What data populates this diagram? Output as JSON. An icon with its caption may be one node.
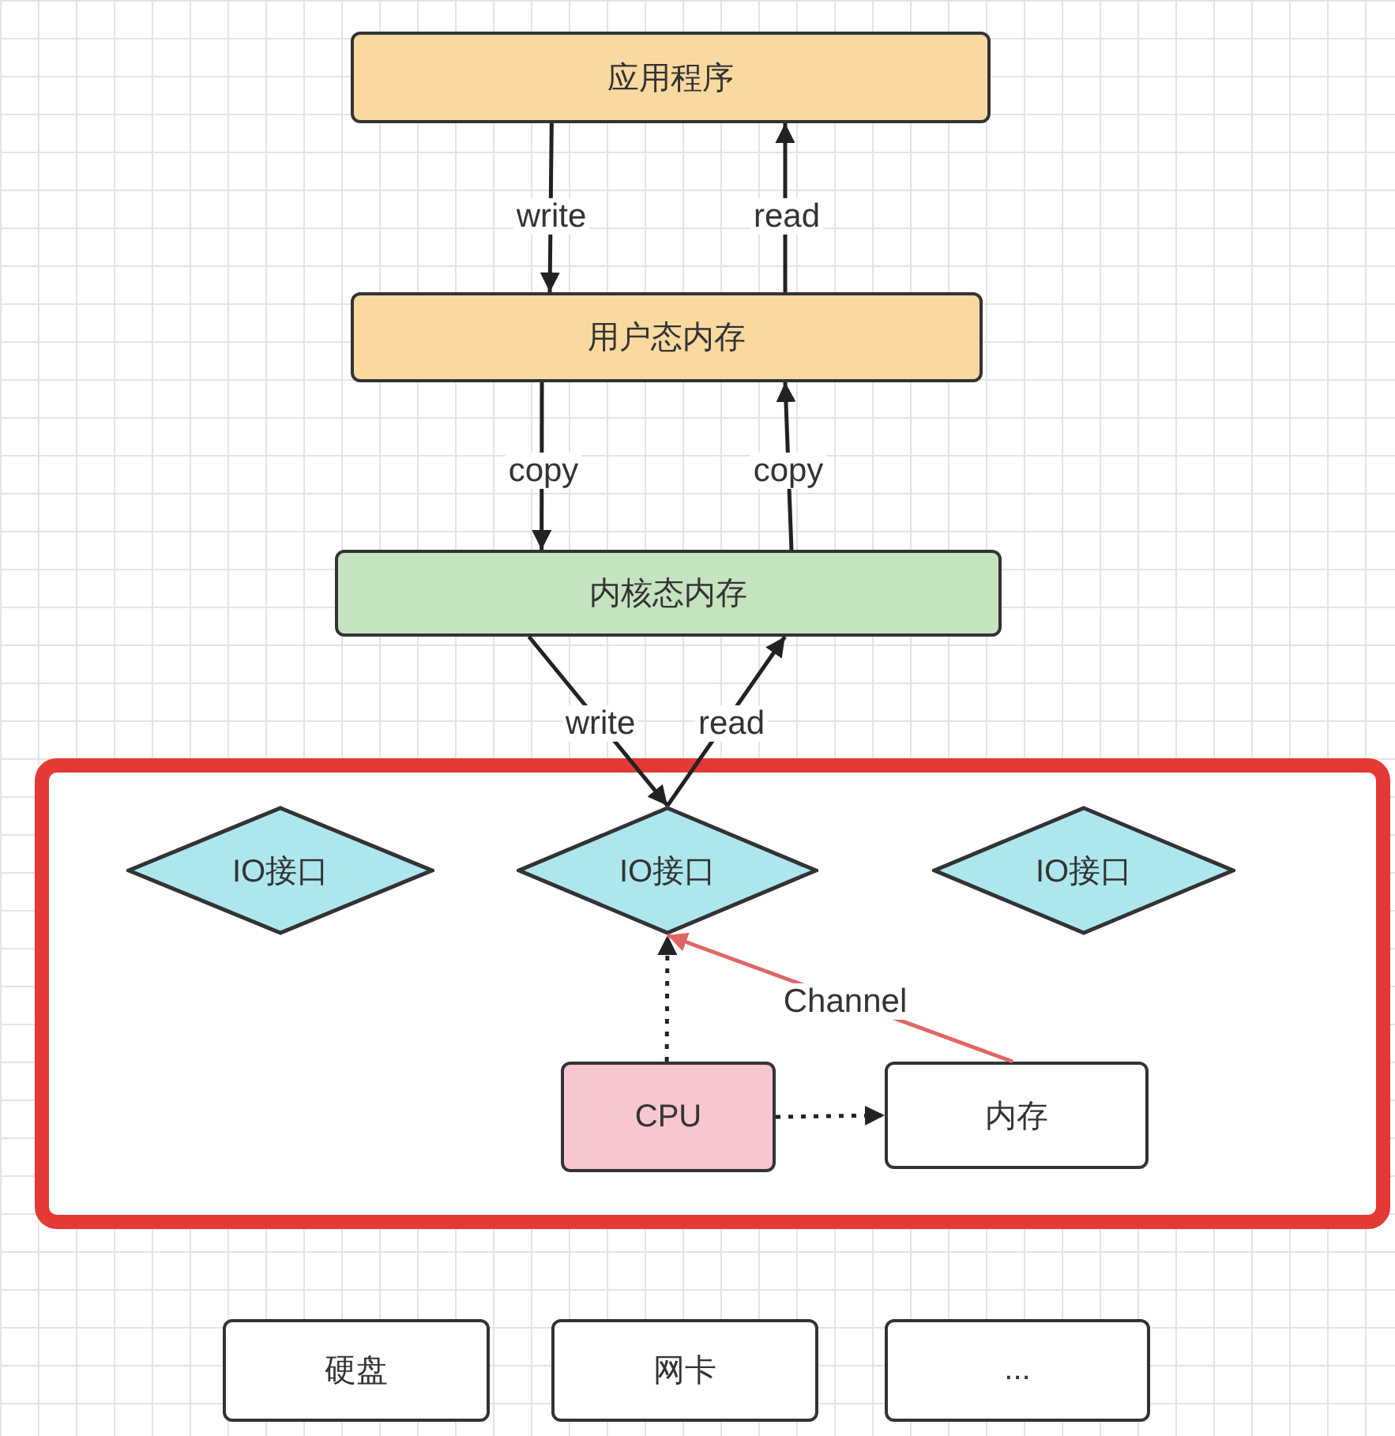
{
  "diagram": {
    "nodes": [
      {
        "text": [
          "应用程序"
        ]
      },
      {
        "text": [
          "用户态内存"
        ]
      },
      {
        "text": [
          "内核态内存"
        ]
      },
      {
        "text": [],
        "shape": "box"
      },
      {
        "text": [
          "IO接口"
        ],
        "in": 3
      },
      {
        "text": [
          "IO接口"
        ],
        "in": 3
      },
      {
        "text": [
          "IO接口"
        ],
        "in": 3
      },
      {
        "text": [
          "CPU"
        ],
        "in": 3
      },
      {
        "text": [
          "内存"
        ],
        "in": 3
      },
      {
        "text": [
          "硬盘"
        ]
      },
      {
        "text": [
          "网卡"
        ]
      },
      {
        "text": [
          "..."
        ]
      }
    ],
    "edges": [
      {
        "from": 0,
        "to": 1,
        "arrow": "to",
        "label": "write"
      },
      {
        "from": 1,
        "to": 0,
        "arrow": "to",
        "label": "read"
      },
      {
        "from": 1,
        "to": 2,
        "arrow": "to",
        "label": "copy"
      },
      {
        "from": 2,
        "to": 1,
        "arrow": "to",
        "label": "copy"
      },
      {
        "from": 2,
        "to": 5,
        "arrow": "to",
        "label": "write"
      },
      {
        "from": 5,
        "to": 2,
        "arrow": "to",
        "label": "read"
      },
      {
        "from": 7,
        "to": 5,
        "arrow": "to",
        "style": "dashed"
      },
      {
        "from": 7,
        "to": 8,
        "arrow": "to",
        "style": "dashed"
      },
      {
        "from": 8,
        "to": 5,
        "arrow": "to",
        "label": "Channel",
        "color": "#e06666"
      }
    ]
  }
}
